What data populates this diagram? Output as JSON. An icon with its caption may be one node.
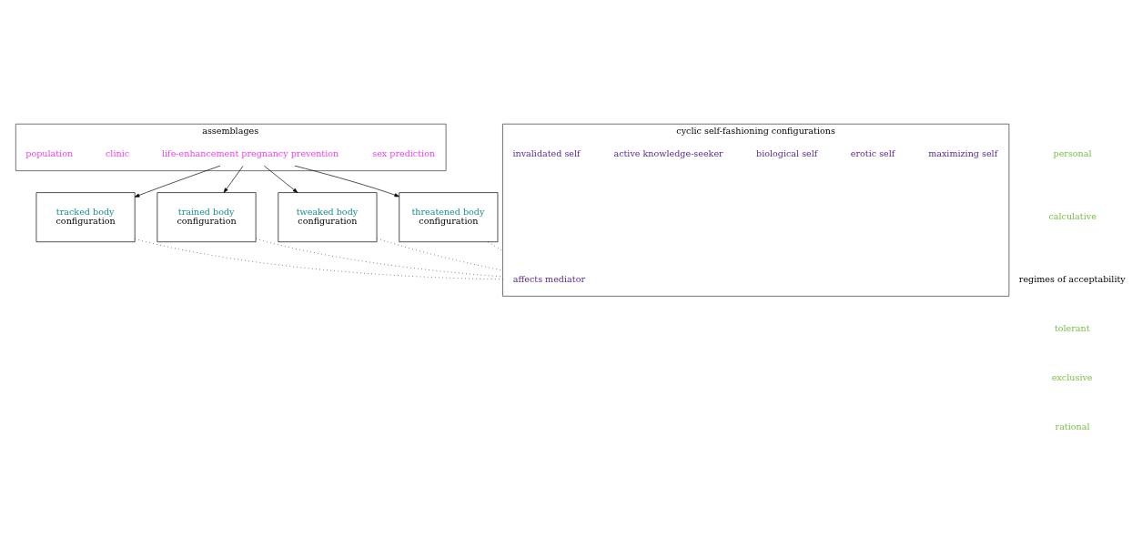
{
  "diagram": {
    "nodes": [
      {
        "text": [
          "assemblages"
        ]
      },
      {
        "text": [
          "population"
        ],
        "in": 0
      },
      {
        "text": [
          "clinic"
        ],
        "in": 0
      },
      {
        "text": [
          "life-enhancement pregnancy prevention"
        ],
        "in": 0
      },
      {
        "text": [
          "sex prediction"
        ],
        "in": 0
      },
      {
        "text": [
          "tracked body",
          "configuration"
        ]
      },
      {
        "text": [
          "trained body",
          "configuration"
        ]
      },
      {
        "text": [
          "tweaked body",
          "configuration"
        ]
      },
      {
        "text": [
          "threatened body",
          "configuration"
        ]
      },
      {
        "text": [
          "cyclic self-fashioning configurations"
        ]
      },
      {
        "text": [
          "affects mediator"
        ],
        "in": 9
      },
      {
        "text": [
          "maximizing self"
        ],
        "in": 9
      },
      {
        "text": [
          "erotic self"
        ],
        "in": 9
      },
      {
        "text": [
          "biological self"
        ],
        "in": 9
      },
      {
        "text": [
          "active knowledge-seeker"
        ],
        "in": 9
      },
      {
        "text": [
          "invalidated self"
        ],
        "in": 9
      }
    ],
    "edges": [
      {
        "from": 3,
        "to": 5,
        "arrow": "to"
      },
      {
        "from": 3,
        "to": 6,
        "arrow": "to"
      },
      {
        "from": 3,
        "to": 7,
        "arrow": "to"
      },
      {
        "from": 3,
        "to": 8,
        "arrow": "to"
      },
      {
        "from": 5,
        "to": 9,
        "arrow": "none",
        "style": "dashed"
      },
      {
        "from": 6,
        "to": 9,
        "arrow": "none",
        "style": "dashed"
      },
      {
        "from": 7,
        "to": 9,
        "arrow": "none",
        "style": "dashed"
      },
      {
        "from": 8,
        "to": 9,
        "arrow": "none",
        "style": "dashed"
      }
    ],
    "labels": [
      "personal",
      "calculative",
      "regimes of acceptability",
      "tolerant",
      "exclusive",
      "rational"
    ]
  }
}
